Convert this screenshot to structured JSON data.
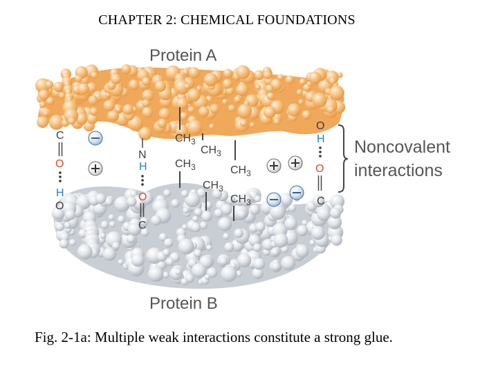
{
  "slide": {
    "title": "CHAPTER 2: CHEMICAL FOUNDATIONS",
    "caption": "Fig. 2-1a: Multiple weak interactions constitute a strong glue."
  },
  "figure": {
    "protein_a_label": "Protein A",
    "protein_b_label": "Protein B",
    "noncovalent_line1": "Noncovalent",
    "noncovalent_line2": "interactions",
    "hbond_left": {
      "c_top": "C",
      "o": "O",
      "h": "H",
      "o_bottom": "O"
    },
    "hbond_middle": {
      "n": "N",
      "h": "H",
      "o": "O",
      "c": "C"
    },
    "hbond_right": {
      "o_top": "O",
      "h": "H",
      "o": "O",
      "c": "C"
    },
    "methyl_label": "CH3",
    "charges": {
      "negative": "−",
      "positive": "+"
    },
    "colors": {
      "protein_a": "#f3b26a",
      "protein_b": "#d9dde2",
      "oxygen": "#e0492a",
      "hydrogen_nitrogen": "#2a7fc0",
      "text_gray": "#555555"
    }
  }
}
